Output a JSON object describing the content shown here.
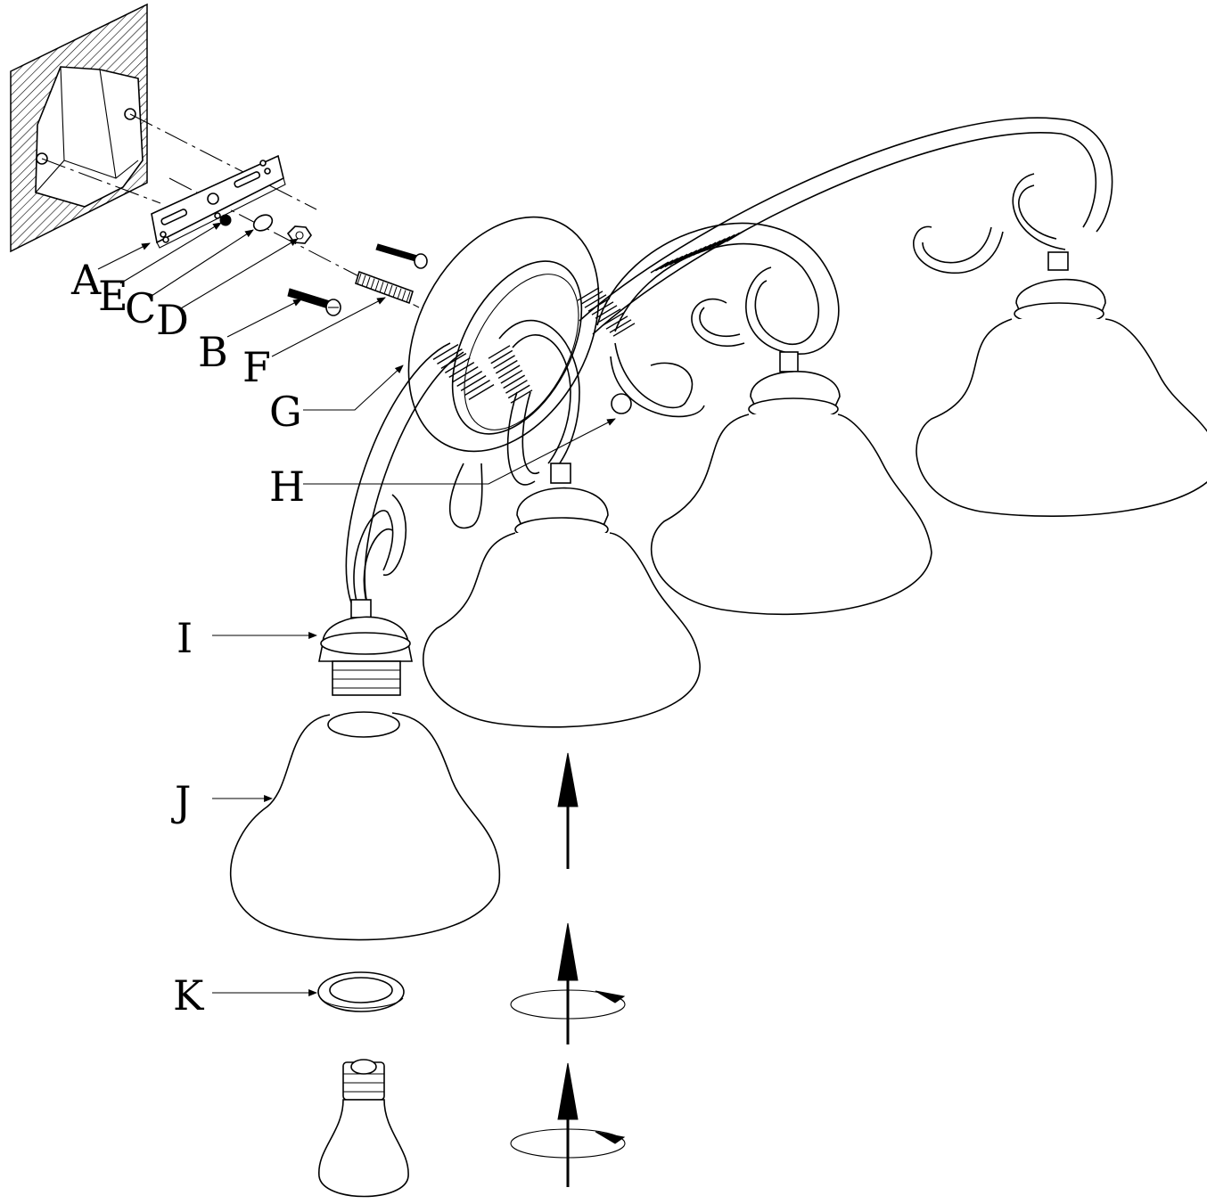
{
  "labels": {
    "A": "A",
    "E": "E",
    "C": "C",
    "D": "D",
    "B": "B",
    "F": "F",
    "G": "G",
    "H": "H",
    "I": "I",
    "J": "J",
    "K": "K"
  }
}
